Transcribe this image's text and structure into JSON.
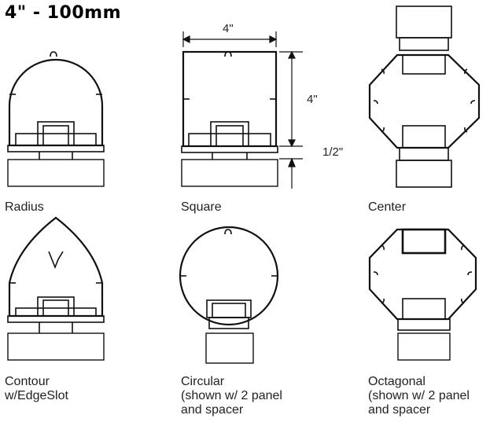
{
  "title": "4\" - 100mm",
  "dimensions": {
    "width": "4\"",
    "height": "4\"",
    "base": "1/2\""
  },
  "profiles": [
    {
      "id": "radius",
      "lines": [
        "Radius"
      ]
    },
    {
      "id": "square",
      "lines": [
        "Square"
      ]
    },
    {
      "id": "center",
      "lines": [
        "Center"
      ]
    },
    {
      "id": "contour",
      "lines": [
        "Contour",
        "w/EdgeSlot"
      ]
    },
    {
      "id": "circular",
      "lines": [
        "Circular",
        "(shown w/ 2  panel",
        "and spacer"
      ]
    },
    {
      "id": "octagonal",
      "lines": [
        "Octagonal",
        "(shown w/ 2  panel",
        "and spacer"
      ]
    }
  ]
}
